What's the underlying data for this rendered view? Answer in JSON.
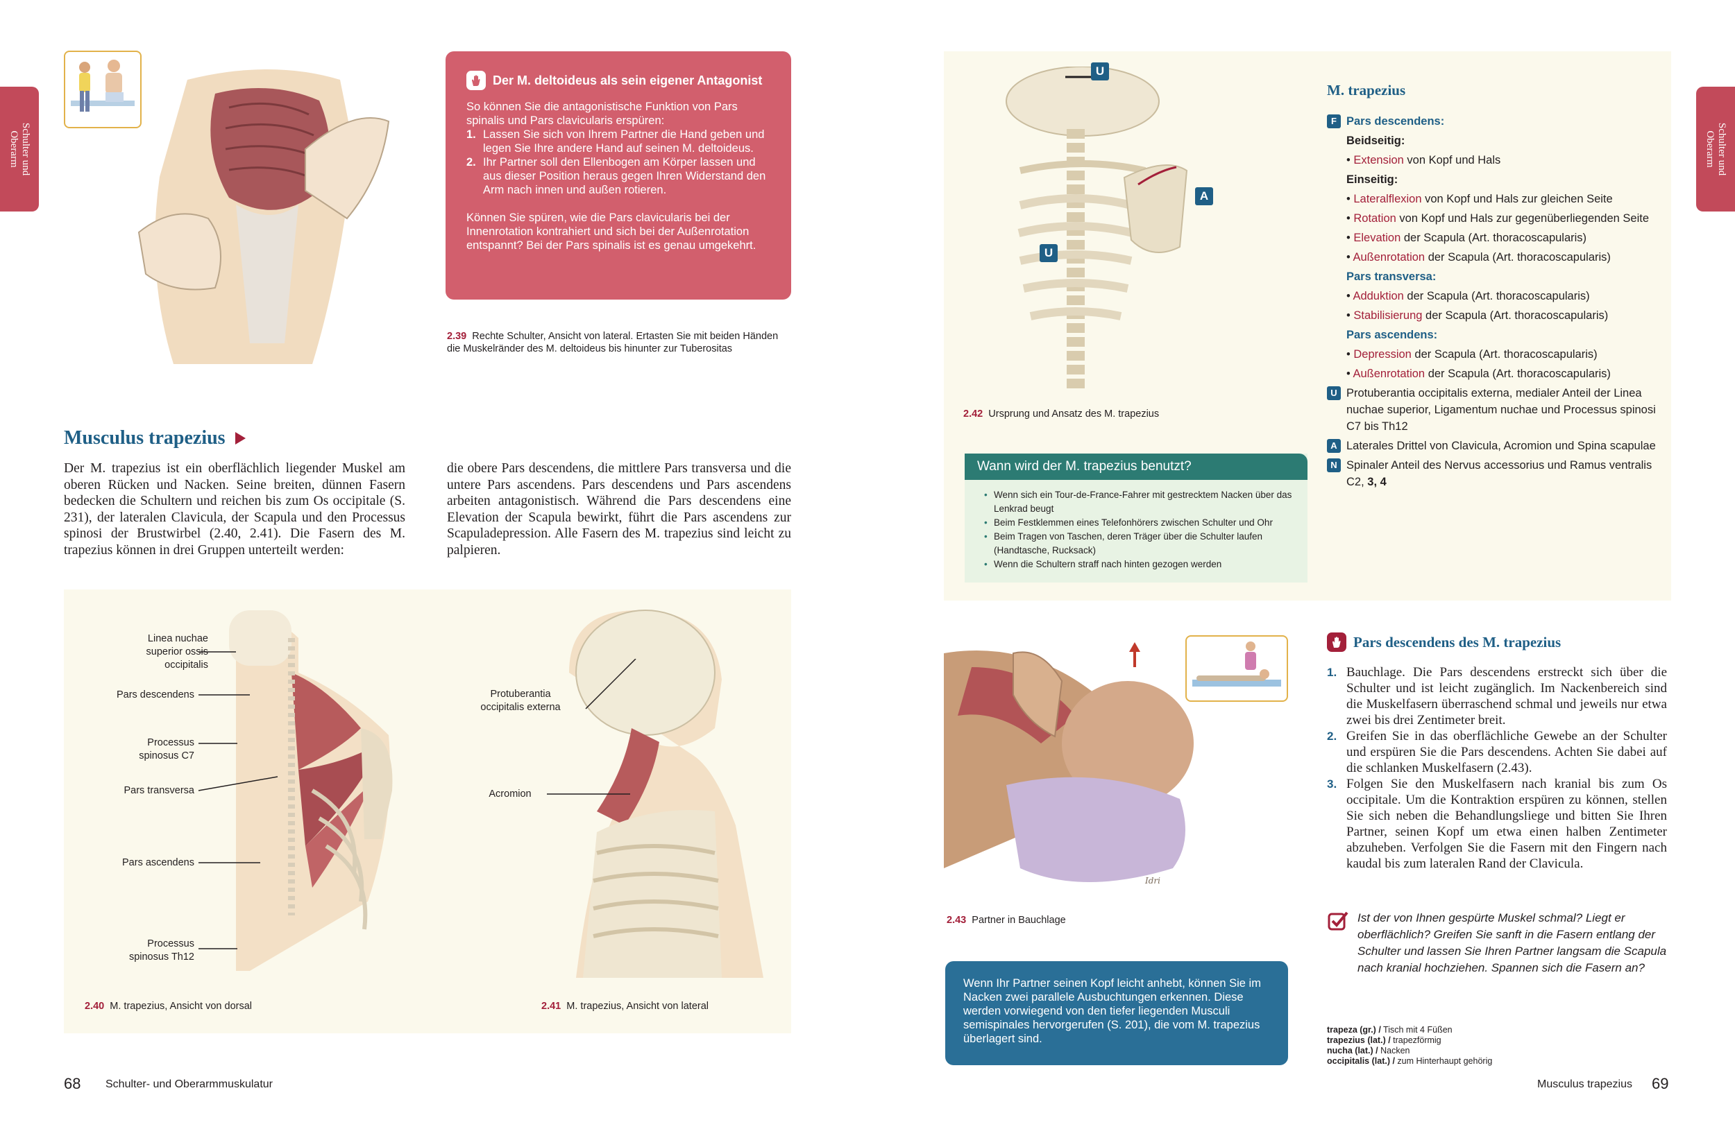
{
  "side_tab": {
    "text": "Schulter und\nOberarm"
  },
  "antagonist_box": {
    "title": "Der M. deltoideus als sein eigener Antagonist",
    "intro": "So können Sie die antagonistische Funktion von Pars spinalis und Pars clavicularis erspüren:",
    "steps": [
      {
        "num": "1.",
        "text": "Lassen Sie sich von Ihrem Partner die Hand geben und legen Sie Ihre andere Hand auf seinen M. deltoideus."
      },
      {
        "num": "2.",
        "text": "Ihr Partner soll den Ellenbogen am Körper lassen und aus dieser Position heraus gegen Ihren Widerstand den Arm nach innen und außen rotieren."
      }
    ],
    "outro": "Können Sie spüren, wie die Pars clavicularis bei der Innenrotation kontrahiert und sich bei der Außenrotation entspannt? Bei der Pars spinalis ist es genau umgekehrt."
  },
  "fig_2_39": {
    "num": "2.39",
    "text": "Rechte Schulter, Ansicht von lateral. Ertasten Sie mit beiden Händen die Muskelränder des M. deltoideus bis hinunter zur Tuberositas"
  },
  "section": {
    "title": "Musculus trapezius",
    "col1": "Der M. trapezius ist ein oberflächlich liegender Muskel am oberen Rücken und Nacken. Seine breiten, dünnen Fasern bedecken die Schultern und reichen bis zum Os occipitale (S. 231), der lateralen Clavicula, der Scapula und den Processus spinosi der Brustwirbel (2.40, 2.41). Die Fasern des M. trapezius können in drei Gruppen unterteilt werden:",
    "col2": "die obere Pars descendens, die mittlere Pars transversa und die untere Pars ascendens. Pars descendens und Pars ascendens arbeiten antagonistisch. Während die Pars descendens eine Elevation der Scapula bewirkt, führt die Pars ascendens zur Scapuladepression. Alle Fasern des M. trapezius sind leicht zu palpieren."
  },
  "fig_2_40": {
    "labels": [
      "Linea nuchae\nsuperior ossis\noccipitalis",
      "Pars descendens",
      "Processus\nspinosus C7",
      "Pars transversa",
      "Pars ascendens",
      "Processus\nspinosus Th12"
    ],
    "num": "2.40",
    "text": "M. trapezius, Ansicht von dorsal"
  },
  "fig_2_41": {
    "labels": [
      "Protuberantia\noccipitalis externa",
      "Acromion"
    ],
    "num": "2.41",
    "text": "M. trapezius, Ansicht von lateral"
  },
  "fig_2_42": {
    "num": "2.42",
    "text": "Ursprung und Ansatz des M. trapezius",
    "marker_u": "U",
    "marker_a": "A"
  },
  "trapezius_info": {
    "title": "M. trapezius",
    "f_badge": "F",
    "pars_desc": "Pars descendens:",
    "beidseitig": "Beidseitig:",
    "ext_term": "Extension",
    "ext_rest": " von Kopf und Hals",
    "einseitig": "Einseitig:",
    "latfl_term": "Lateralflexion",
    "latfl_rest": " von Kopf und Hals zur gleichen Seite",
    "rot_term": "Rotation",
    "rot_rest": " von Kopf und Hals zur gegenüberliegenden Seite",
    "elev_term": "Elevation",
    "elev_rest": " der Scapula (Art. thoracoscapularis)",
    "aussen1_term": "Außenrotation",
    "aussen1_rest": " der Scapula (Art. thoracoscapularis)",
    "pars_trans": "Pars transversa:",
    "add_term": "Adduktion",
    "add_rest": " der Scapula (Art. thoracoscapularis)",
    "stab_term": "Stabilisierung",
    "stab_rest": " der Scapula (Art. thoracoscapularis)",
    "pars_asc": "Pars ascendens:",
    "dep_term": "Depression",
    "dep_rest": " der Scapula (Art. thoracoscapularis)",
    "aussen2_term": "Außenrotation",
    "aussen2_rest": " der Scapula (Art. thoracoscapularis)",
    "u_badge": "U",
    "u_text": "Protuberantia occipitalis externa, medialer Anteil der Linea nuchae superior, Ligamentum nuchae und Processus spinosi C7 bis Th12",
    "a_badge": "A",
    "a_text": "Laterales Drittel von Clavicula, Acromion und Spina scapulae",
    "n_badge": "N",
    "n_text": "Spinaler Anteil des Nervus accessorius und Ramus ventralis C2, ",
    "n_bold": "3, 4"
  },
  "usage_box": {
    "title": "Wann wird der M. trapezius benutzt?",
    "items": [
      "Wenn sich ein Tour-de-France-Fahrer mit gestrecktem Nacken über das Lenkrad beugt",
      "Beim Festklemmen eines Telefonhörers zwischen Schulter und Ohr",
      "Beim Tragen von Taschen, deren Träger über die Schulter laufen (Handtasche, Rucksack)",
      "Wenn die Schultern straff nach hinten gezogen werden"
    ]
  },
  "palpation": {
    "title": "Pars descendens des M. trapezius",
    "steps": [
      {
        "num": "1.",
        "text": "Bauchlage. Die Pars descendens erstreckt sich über die Schulter und ist leicht zugänglich. Im Nackenbereich sind die Muskelfasern überraschend schmal und jeweils nur etwa zwei bis drei Zentimeter breit."
      },
      {
        "num": "2.",
        "text": "Greifen Sie in das oberflächliche Gewebe an der Schulter und erspüren Sie die Pars descendens. Achten Sie dabei auf die schlanken Muskelfasern (2.43)."
      },
      {
        "num": "3.",
        "text": "Folgen Sie den Muskelfasern nach kranial bis zum Os occipitale. Um die Kontraktion erspüren zu können, stellen Sie sich neben die Behandlungsliege und bitten Sie Ihren Partner, seinen Kopf um etwa einen halben Zentimeter abzuheben. Verfolgen Sie die Fasern mit den Fingern nach kaudal bis zum lateralen Rand der Clavicula."
      }
    ],
    "check": "Ist der von Ihnen gespürte Muskel schmal? Liegt er oberflächlich? Greifen Sie sanft in die Fasern entlang der Schulter und lassen Sie Ihren Partner langsam die Scapula nach kranial hochziehen. Spannen sich die Fasern an?"
  },
  "fig_2_43": {
    "num": "2.43",
    "text": "Partner in Bauchlage",
    "signature": "Idri"
  },
  "blue_note": "Wenn Ihr Partner seinen Kopf leicht anhebt, können Sie im Nacken zwei parallele Ausbuchtungen erkennen. Diese werden vorwiegend von den tiefer liegenden Musculi semispinales hervorgerufen (S. 201), die vom M. trapezius überlagert sind.",
  "glossary": [
    {
      "term": "trapeza (gr.) /",
      "def": " Tisch mit 4 Füßen"
    },
    {
      "term": "trapezius (lat.) /",
      "def": " trapezförmig"
    },
    {
      "term": "nucha (lat.) /",
      "def": " Nacken"
    },
    {
      "term": "occipitalis (lat.) /",
      "def": " zum Hinterhaupt gehörig"
    }
  ],
  "footer_left": {
    "page": "68",
    "title": "Schulter- und Oberarmmuskulatur"
  },
  "footer_right": {
    "page": "69",
    "title": "Musculus trapezius"
  },
  "colors": {
    "red_box": "#d25f6d",
    "blue": "#1f5f86",
    "wine": "#a3203a",
    "cream": "#fbf9ec",
    "green": "#2c7b73",
    "note_blue": "#2a6f97"
  }
}
